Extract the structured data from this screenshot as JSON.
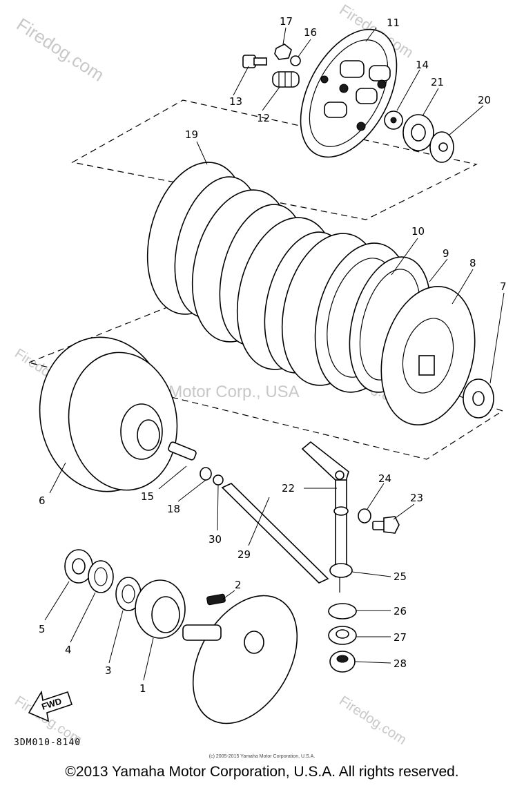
{
  "watermark": {
    "site": "Firedog.com",
    "center": "Yamaha Motor Corp., USA"
  },
  "callouts": [
    {
      "id": "1",
      "label": "1"
    },
    {
      "id": "2",
      "label": "2"
    },
    {
      "id": "3",
      "label": "3"
    },
    {
      "id": "4",
      "label": "4"
    },
    {
      "id": "5",
      "label": "5"
    },
    {
      "id": "6",
      "label": "6"
    },
    {
      "id": "7",
      "label": "7"
    },
    {
      "id": "8",
      "label": "8"
    },
    {
      "id": "9",
      "label": "9"
    },
    {
      "id": "10",
      "label": "10"
    },
    {
      "id": "11",
      "label": "11"
    },
    {
      "id": "12",
      "label": "12"
    },
    {
      "id": "13",
      "label": "13"
    },
    {
      "id": "14",
      "label": "14"
    },
    {
      "id": "15",
      "label": "15"
    },
    {
      "id": "16",
      "label": "16"
    },
    {
      "id": "17",
      "label": "17"
    },
    {
      "id": "18",
      "label": "18"
    },
    {
      "id": "19",
      "label": "19"
    },
    {
      "id": "20",
      "label": "20"
    },
    {
      "id": "21",
      "label": "21"
    },
    {
      "id": "22",
      "label": "22"
    },
    {
      "id": "23",
      "label": "23"
    },
    {
      "id": "24",
      "label": "24"
    },
    {
      "id": "25",
      "label": "25"
    },
    {
      "id": "26",
      "label": "26"
    },
    {
      "id": "27",
      "label": "27"
    },
    {
      "id": "28",
      "label": "28"
    },
    {
      "id": "29",
      "label": "29"
    },
    {
      "id": "30",
      "label": "30"
    }
  ],
  "fwd_label": "FWD",
  "diagram_code": "3DM010-8140",
  "small_copyright": "(c) 2005-2015 Yamaha Motor Corporation, U.S.A.",
  "copyright": "©2013 Yamaha Motor Corporation, U.S.A. All rights reserved."
}
